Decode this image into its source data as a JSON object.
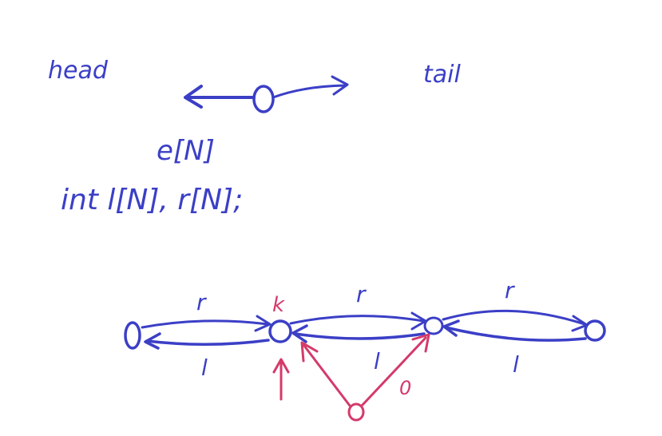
{
  "colors": {
    "blue_ink": "#3b3fc6",
    "red_ink": "#d43a6a",
    "background": "#ffffff"
  },
  "top": {
    "head_label": "head",
    "tail_label": "tail",
    "array_e": "e[N]",
    "declaration": "int l[N], r[N];"
  },
  "list": {
    "edge_labels_r": [
      "r",
      "r",
      "r"
    ],
    "edge_labels_l": [
      "l",
      "l",
      "l"
    ],
    "node_k_label": "k",
    "new_edge_label": "0"
  }
}
